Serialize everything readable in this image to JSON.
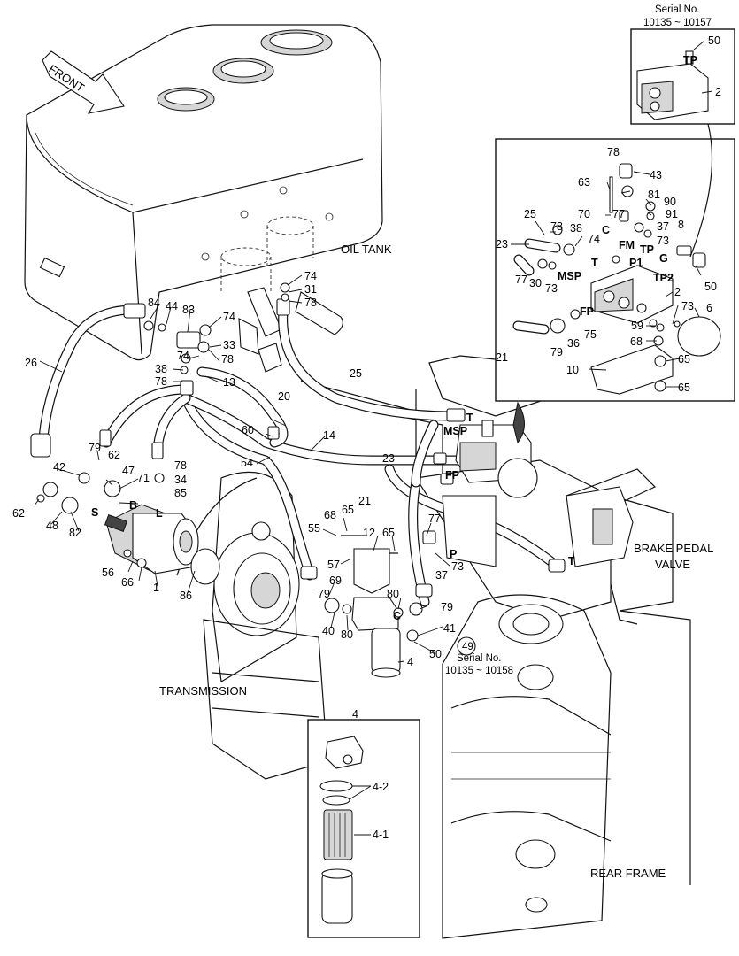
{
  "labels": {
    "front": "FRONT",
    "oil_tank": "OIL TANK",
    "brake_pedal_valve_1": "BRAKE PEDAL",
    "brake_pedal_valve_2": "VALVE",
    "transmission": "TRANSMISSION",
    "rear_frame": "REAR FRAME"
  },
  "serial_top": {
    "title": "Serial No.",
    "range": "10135 ~ 10157"
  },
  "serial_filter": {
    "title": "Serial No.",
    "range": "10135 ~ 10158",
    "ref": "49"
  },
  "inset_filter": {
    "title": "4",
    "sub1": "4-2",
    "sub2": "4-1"
  },
  "ports": {
    "tp_top": "TP",
    "fm": "FM",
    "tp": "TP",
    "p1": "P1",
    "g": "G",
    "tp2": "TP2",
    "t_inset": "T",
    "msp_inset": "MSP",
    "fp_inset": "FP",
    "c_inset": "C",
    "t_main": "T",
    "msp_main": "MSP",
    "fp_main": "FP",
    "p_main": "P",
    "t_brake": "T",
    "s": "S",
    "b": "B",
    "l": "L",
    "c_pump": "C"
  },
  "callouts": {
    "c50a": "50",
    "c2a": "2",
    "c78a": "78",
    "c43": "43",
    "c63": "63",
    "c81": "81",
    "c90": "90",
    "c70": "70",
    "c77a": "77",
    "c91": "91",
    "c25a": "25",
    "c78b": "78",
    "c37a": "37",
    "c8": "8",
    "c38a": "38",
    "c74a": "74",
    "c73a": "73",
    "c23a": "23",
    "c77b": "77",
    "c30": "30",
    "c73b": "73",
    "c50b": "50",
    "c2b": "2",
    "c73c": "73",
    "c6": "6",
    "c59": "59",
    "c21a": "21",
    "c79a": "79",
    "c36": "36",
    "c75": "75",
    "c68a": "68",
    "c65a": "65",
    "c10": "10",
    "c65b": "65",
    "c74b": "74",
    "c31": "31",
    "c78c": "78",
    "c84": "84",
    "c44": "44",
    "c83": "83",
    "c74c": "74",
    "c33": "33",
    "c74d": "74",
    "c78d": "78",
    "c26": "26",
    "c38b": "38",
    "c78e": "78",
    "c13": "13",
    "c25b": "25",
    "c20": "20",
    "c60": "60",
    "c14": "14",
    "c54": "54",
    "c23b": "23",
    "c79b": "79",
    "c62a": "62",
    "c42": "42",
    "c47": "47",
    "c71": "71",
    "c78f": "78",
    "c34": "34",
    "c85": "85",
    "c21b": "21",
    "c62b": "62",
    "c48": "48",
    "c82": "82",
    "c56": "56",
    "c66": "66",
    "c1": "1",
    "c86": "86",
    "c55": "55",
    "c68b": "68",
    "c65c": "65",
    "c12": "12",
    "c65d": "65",
    "c77c": "77",
    "c57": "57",
    "c73d": "73",
    "c37b": "37",
    "c79c": "79",
    "c69": "69",
    "c80a": "80",
    "c79d": "79",
    "c40": "40",
    "c80b": "80",
    "c41": "41",
    "c50c": "50",
    "c4": "4"
  },
  "colors": {
    "line": "#111111",
    "fill_shade": "#d6d6d6",
    "background": "#ffffff"
  }
}
